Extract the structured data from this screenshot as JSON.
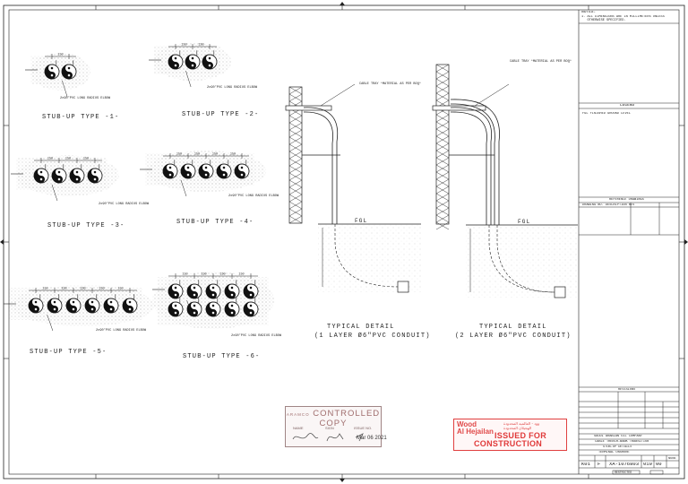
{
  "stub_up_types": [
    {
      "label": "STUB-UP TYPE -1-",
      "conduits": 2,
      "rows": 1
    },
    {
      "label": "STUB-UP TYPE -2-",
      "conduits": 3,
      "rows": 1
    },
    {
      "label": "STUB-UP TYPE -3-",
      "conduits": 4,
      "rows": 1
    },
    {
      "label": "STUB-UP TYPE -4-",
      "conduits": 5,
      "rows": 1
    },
    {
      "label": "STUB-UP TYPE -5-",
      "conduits": 6,
      "rows": 1
    },
    {
      "label": "STUB-UP TYPE -6-",
      "conduits": 5,
      "rows": 2
    }
  ],
  "callouts": {
    "elbow_note": "2x90°PVC\nLONG RADIUS ELBOW",
    "cable_tray": "CABLE TRAY\n*MATERIAL AS PER BOQ*",
    "dim_150": "150",
    "fgl": "FGL"
  },
  "details": [
    {
      "title": "TYPICAL DETAIL",
      "subtitle": "(1 LAYER Ø6\"PVC CONDUIT)",
      "layers": 1
    },
    {
      "title": "TYPICAL DETAIL",
      "subtitle": "(2 LAYER Ø6\"PVC CONDUIT)",
      "layers": 2
    }
  ],
  "title_block": {
    "notes_heading": "NOTES:",
    "notes_text": "1. ALL DIMENSIONS ARE IN MILLIMETERS UNLESS\n   OTHERWISE SPECIFIED.",
    "legend_heading": "LEGEND",
    "legend_item": "FGL  FINISHED GROUND LEVEL",
    "reference_heading": "REFERENCE DRAWINGS",
    "reference_cols": "DRAWING NO.   DESCRIPTION   REV",
    "revisions": "REVISIONS",
    "company": "SAUDI ARABIAN OIL COMPANY",
    "title_line1": "CABLE TRENCH-BANK TRANSITION",
    "title_line2": "STUB-UP DETAILS",
    "title_line3": "TERMINAL UNSHORE",
    "plant_no": "K01",
    "index": "F",
    "drawing_no": "XA-1076803",
    "sheet": "010",
    "rev": "00",
    "scale": "NONE",
    "footer": "RESTRICTED"
  },
  "stamps": {
    "controlled": "CONTROLLED COPY",
    "controlled_prefix": "ARAMCO",
    "stamp_fields": [
      "NAME",
      "SIGN",
      "ISSUE NO."
    ],
    "date": "Mar 06 2021",
    "company_en_1": "Wood",
    "company_en_2": "Al Hejailan",
    "company_ar": "وود - العالمية المحدودة\nالهجيلان المحدودة",
    "issued_line1": "ISSUED FOR",
    "issued_line2": "CONSTRUCTION"
  },
  "colors": {
    "line": "#222222",
    "hatch": "#6a6a6a",
    "stamp_grey": "#a06e6e",
    "stamp_red": "#e03a3a"
  }
}
